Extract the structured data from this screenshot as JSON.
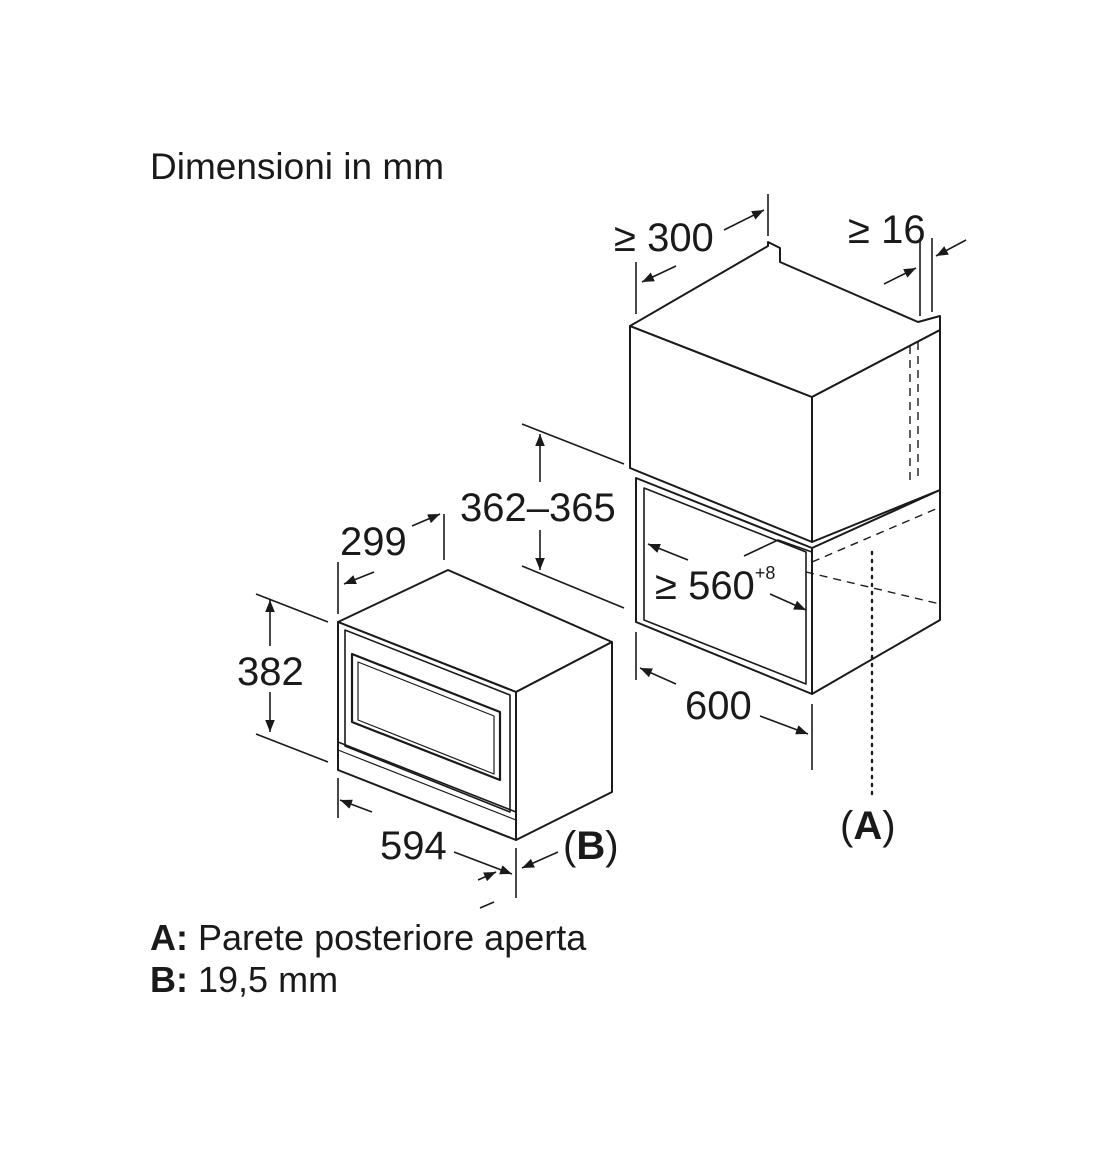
{
  "title": "Dimensioni in mm",
  "dimensions": {
    "width_oven": "594",
    "height_oven": "382",
    "depth_oven": "299",
    "niche_height": "362–365",
    "niche_width_min": "≥ 560",
    "niche_width_tolerance": "+8",
    "cabinet_width": "600",
    "cabinet_depth_min": "≥ 300",
    "gap_min": "≥ 16"
  },
  "callouts": {
    "a": "(A)",
    "b": "(B)",
    "a_letter": "A",
    "b_letter": "B"
  },
  "legend": [
    {
      "key": "A:",
      "text": "Parete posteriore aperta"
    },
    {
      "key": "B:",
      "text": "19,5 mm"
    }
  ],
  "colors": {
    "line": "#1a1a1a",
    "background": "#ffffff"
  }
}
